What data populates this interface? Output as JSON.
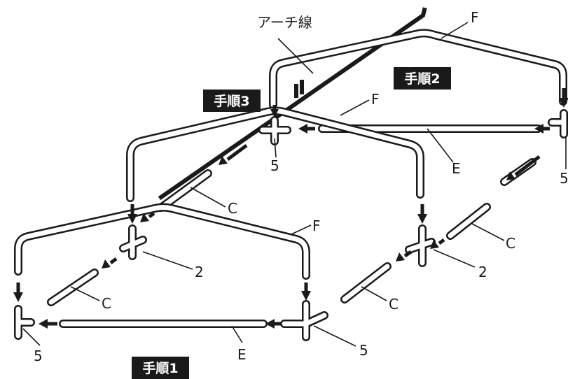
{
  "labels": {
    "arch_wire": "アーチ線",
    "step1": "手順1",
    "step2": "手順2",
    "step3": "手順3",
    "part_F": "F",
    "part_E": "E",
    "part_C": "C",
    "part_5": "5",
    "part_2": "2"
  },
  "colors": {
    "line": "#1a1a1a",
    "background": "#ffffff"
  }
}
